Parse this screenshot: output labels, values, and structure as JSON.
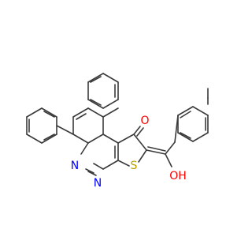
{
  "molecule": {
    "atoms": [
      {
        "id": "O_ketone",
        "text": "O",
        "color": "#ff0000"
      },
      {
        "id": "S_ring",
        "text": "S",
        "color": "#b8a000"
      },
      {
        "id": "N_upper",
        "text": "N",
        "color": "#0000ff"
      },
      {
        "id": "N_lower",
        "text": "N",
        "color": "#0000ff"
      },
      {
        "id": "OH",
        "text": "OH",
        "color": "#ff0000"
      }
    ]
  }
}
